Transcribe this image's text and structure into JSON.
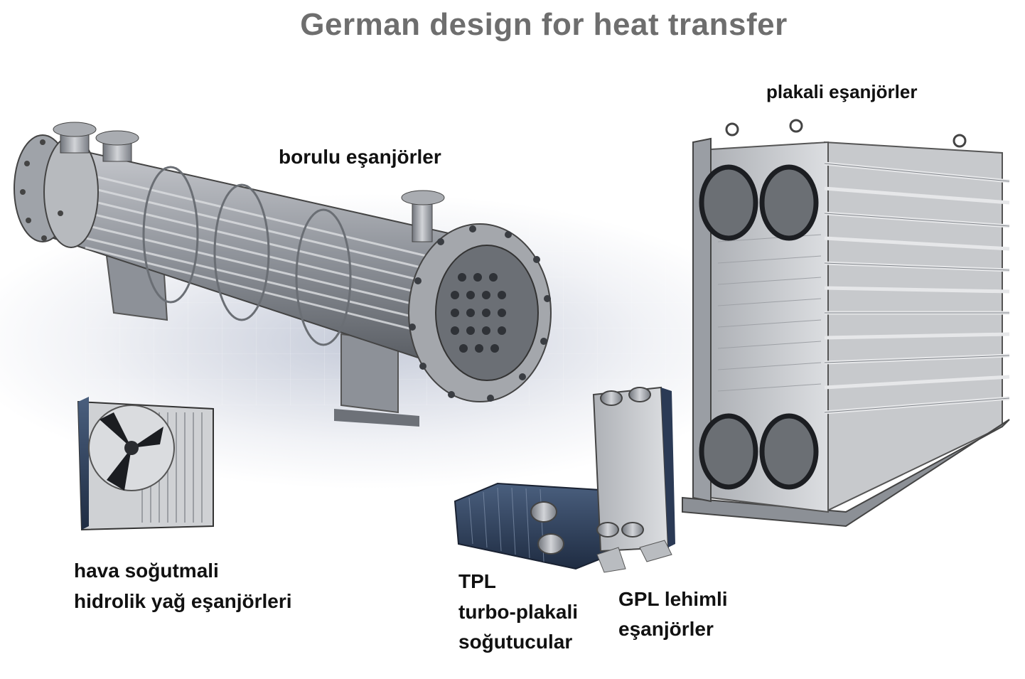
{
  "title": "German design for heat transfer",
  "labels": {
    "shell_tube": "borulu eşanjörler",
    "plate": "plakali eşanjörler",
    "air_cooled_line1": "hava soğutmali",
    "air_cooled_line2": "hidrolik yağ eşanjörleri",
    "tpl_line1": "TPL",
    "tpl_line2": "turbo-plakali",
    "tpl_line3": "soğutucular",
    "gpl_line1": "GPL lehimli",
    "gpl_line2": "eşanjörler"
  }
}
